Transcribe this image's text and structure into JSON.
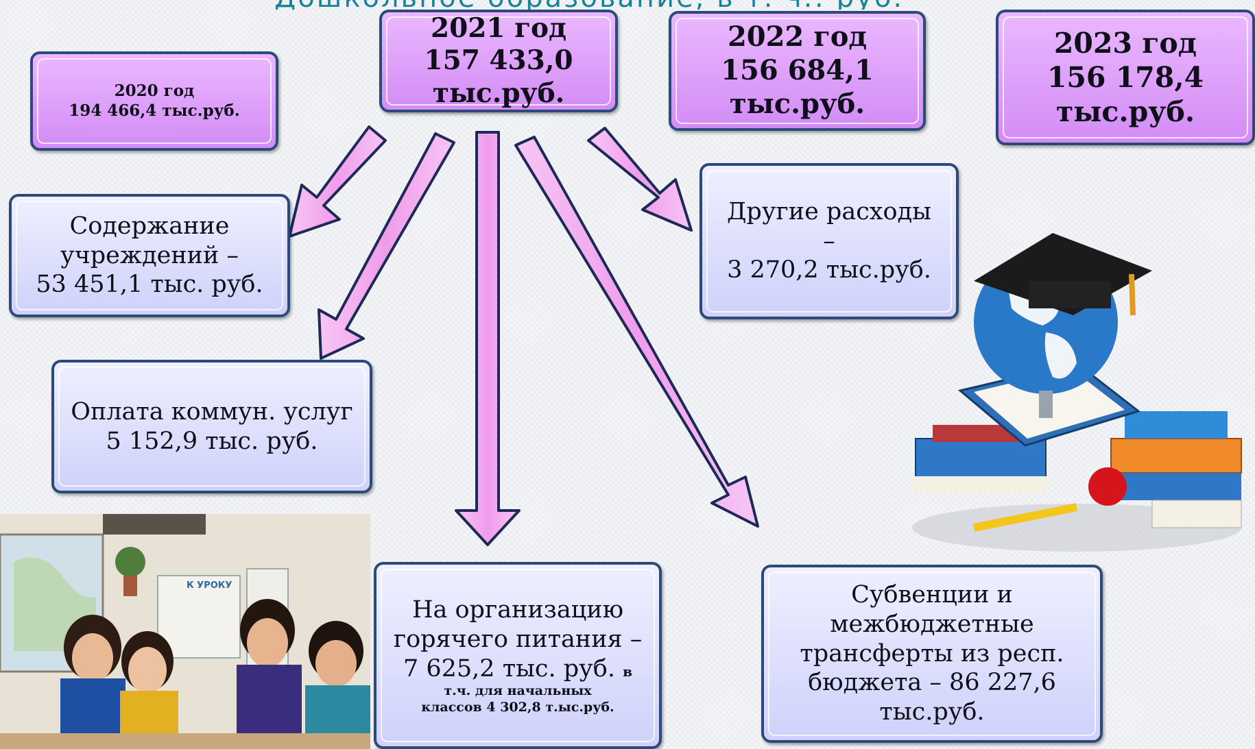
{
  "title_fragment": "Дошкольное образование, в т. ч.: руб.",
  "years": [
    {
      "label": "2020 год",
      "amount": "194 466,4 тыс.руб."
    },
    {
      "label": "2021 год",
      "amount": "157 433,0",
      "unit": "тыс.руб."
    },
    {
      "label": "2022 год",
      "amount": "156 684,1",
      "unit": "тыс.руб."
    },
    {
      "label": "2023 год",
      "amount": "156 178,4",
      "unit": "тыс.руб."
    }
  ],
  "categories": {
    "maintenance": {
      "line1": "Содержание",
      "line2": "учреждений –",
      "line3": "53 451,1 тыс. руб."
    },
    "other": {
      "line1": "Другие расходы",
      "line2": "–",
      "line3": "3 270,2 тыс.руб."
    },
    "utilities": {
      "line1": "Оплата коммун. услуг",
      "line2": "5 152,9 тыс. руб."
    },
    "meals": {
      "line1": "На организацию",
      "line2": "горячего питания –",
      "line3": "7 625,2 тыс. руб.",
      "line3_small": "в",
      "note1": "т.ч. для начальных",
      "note2": "классов 4 302,8 т.ыс.руб."
    },
    "subventions": {
      "line1": "Субвенции и",
      "line2": "межбюджетные",
      "line3": "трансферты из респ.",
      "line4": "бюджета – 86 227,6",
      "line5": "тыс.руб."
    }
  },
  "classroom_sign": "К УРОКУ",
  "colors": {
    "year_box": "#d9a0f7",
    "category_box": "#dfe0fb",
    "border": "#2b4a7a",
    "arrow": "#f2a6f0",
    "title": "#19839a"
  }
}
